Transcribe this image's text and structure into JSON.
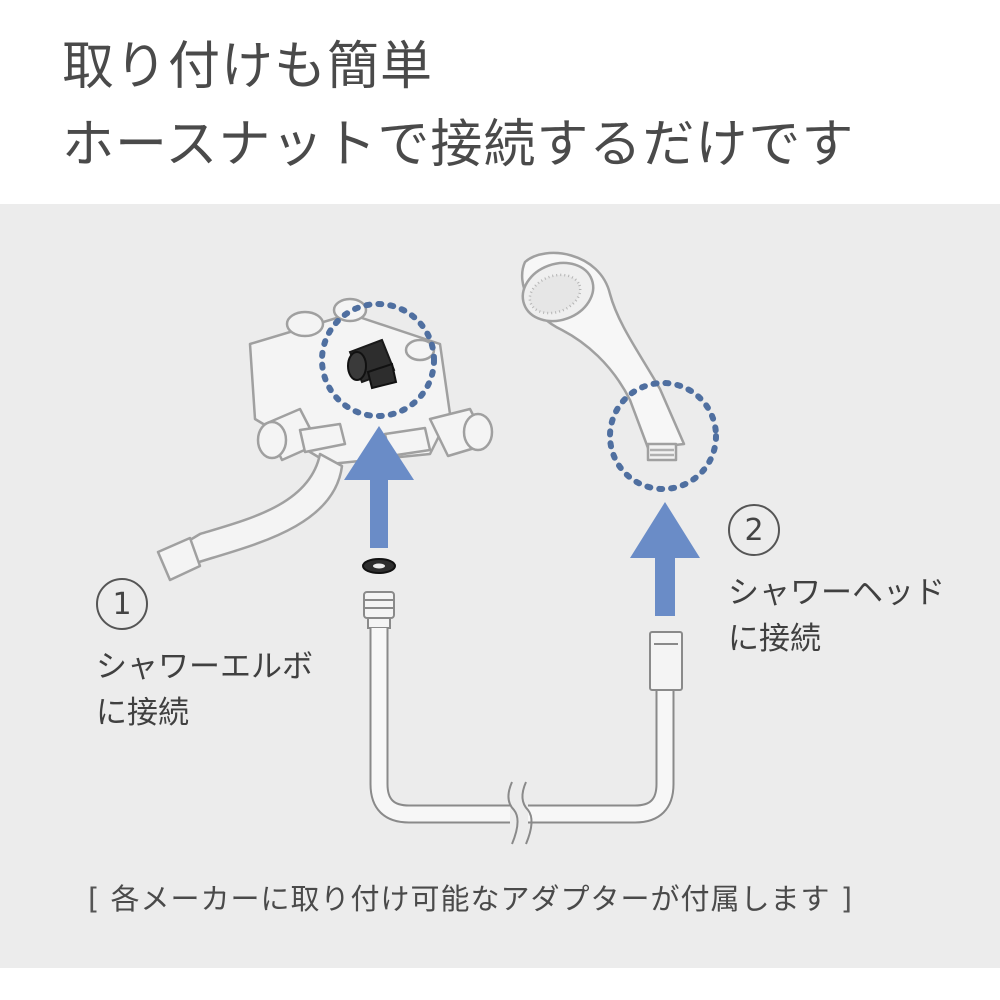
{
  "headline": {
    "line1": "取り付けも簡単",
    "line2": "ホースナットで接続するだけです"
  },
  "steps": [
    {
      "number": "1",
      "line1": "シャワーエルボ",
      "line2": "に接続"
    },
    {
      "number": "2",
      "line1": "シャワーヘッド",
      "line2": "に接続"
    }
  ],
  "footnote": {
    "open_bracket": "[",
    "text": "各メーカーに取り付け可能なアダプターが付属します",
    "close_bracket": "]"
  },
  "colors": {
    "background_top": "#ffffff",
    "panel": "#ececec",
    "arrow": "#6a8cc7",
    "dotted_circle": "#4f6fa0",
    "line_art": "#9a9a9a"
  },
  "icons": [
    "faucet-mixer-icon",
    "shower-elbow-icon",
    "shower-head-icon",
    "hose-icon",
    "up-arrow-icon",
    "washer-icon"
  ]
}
